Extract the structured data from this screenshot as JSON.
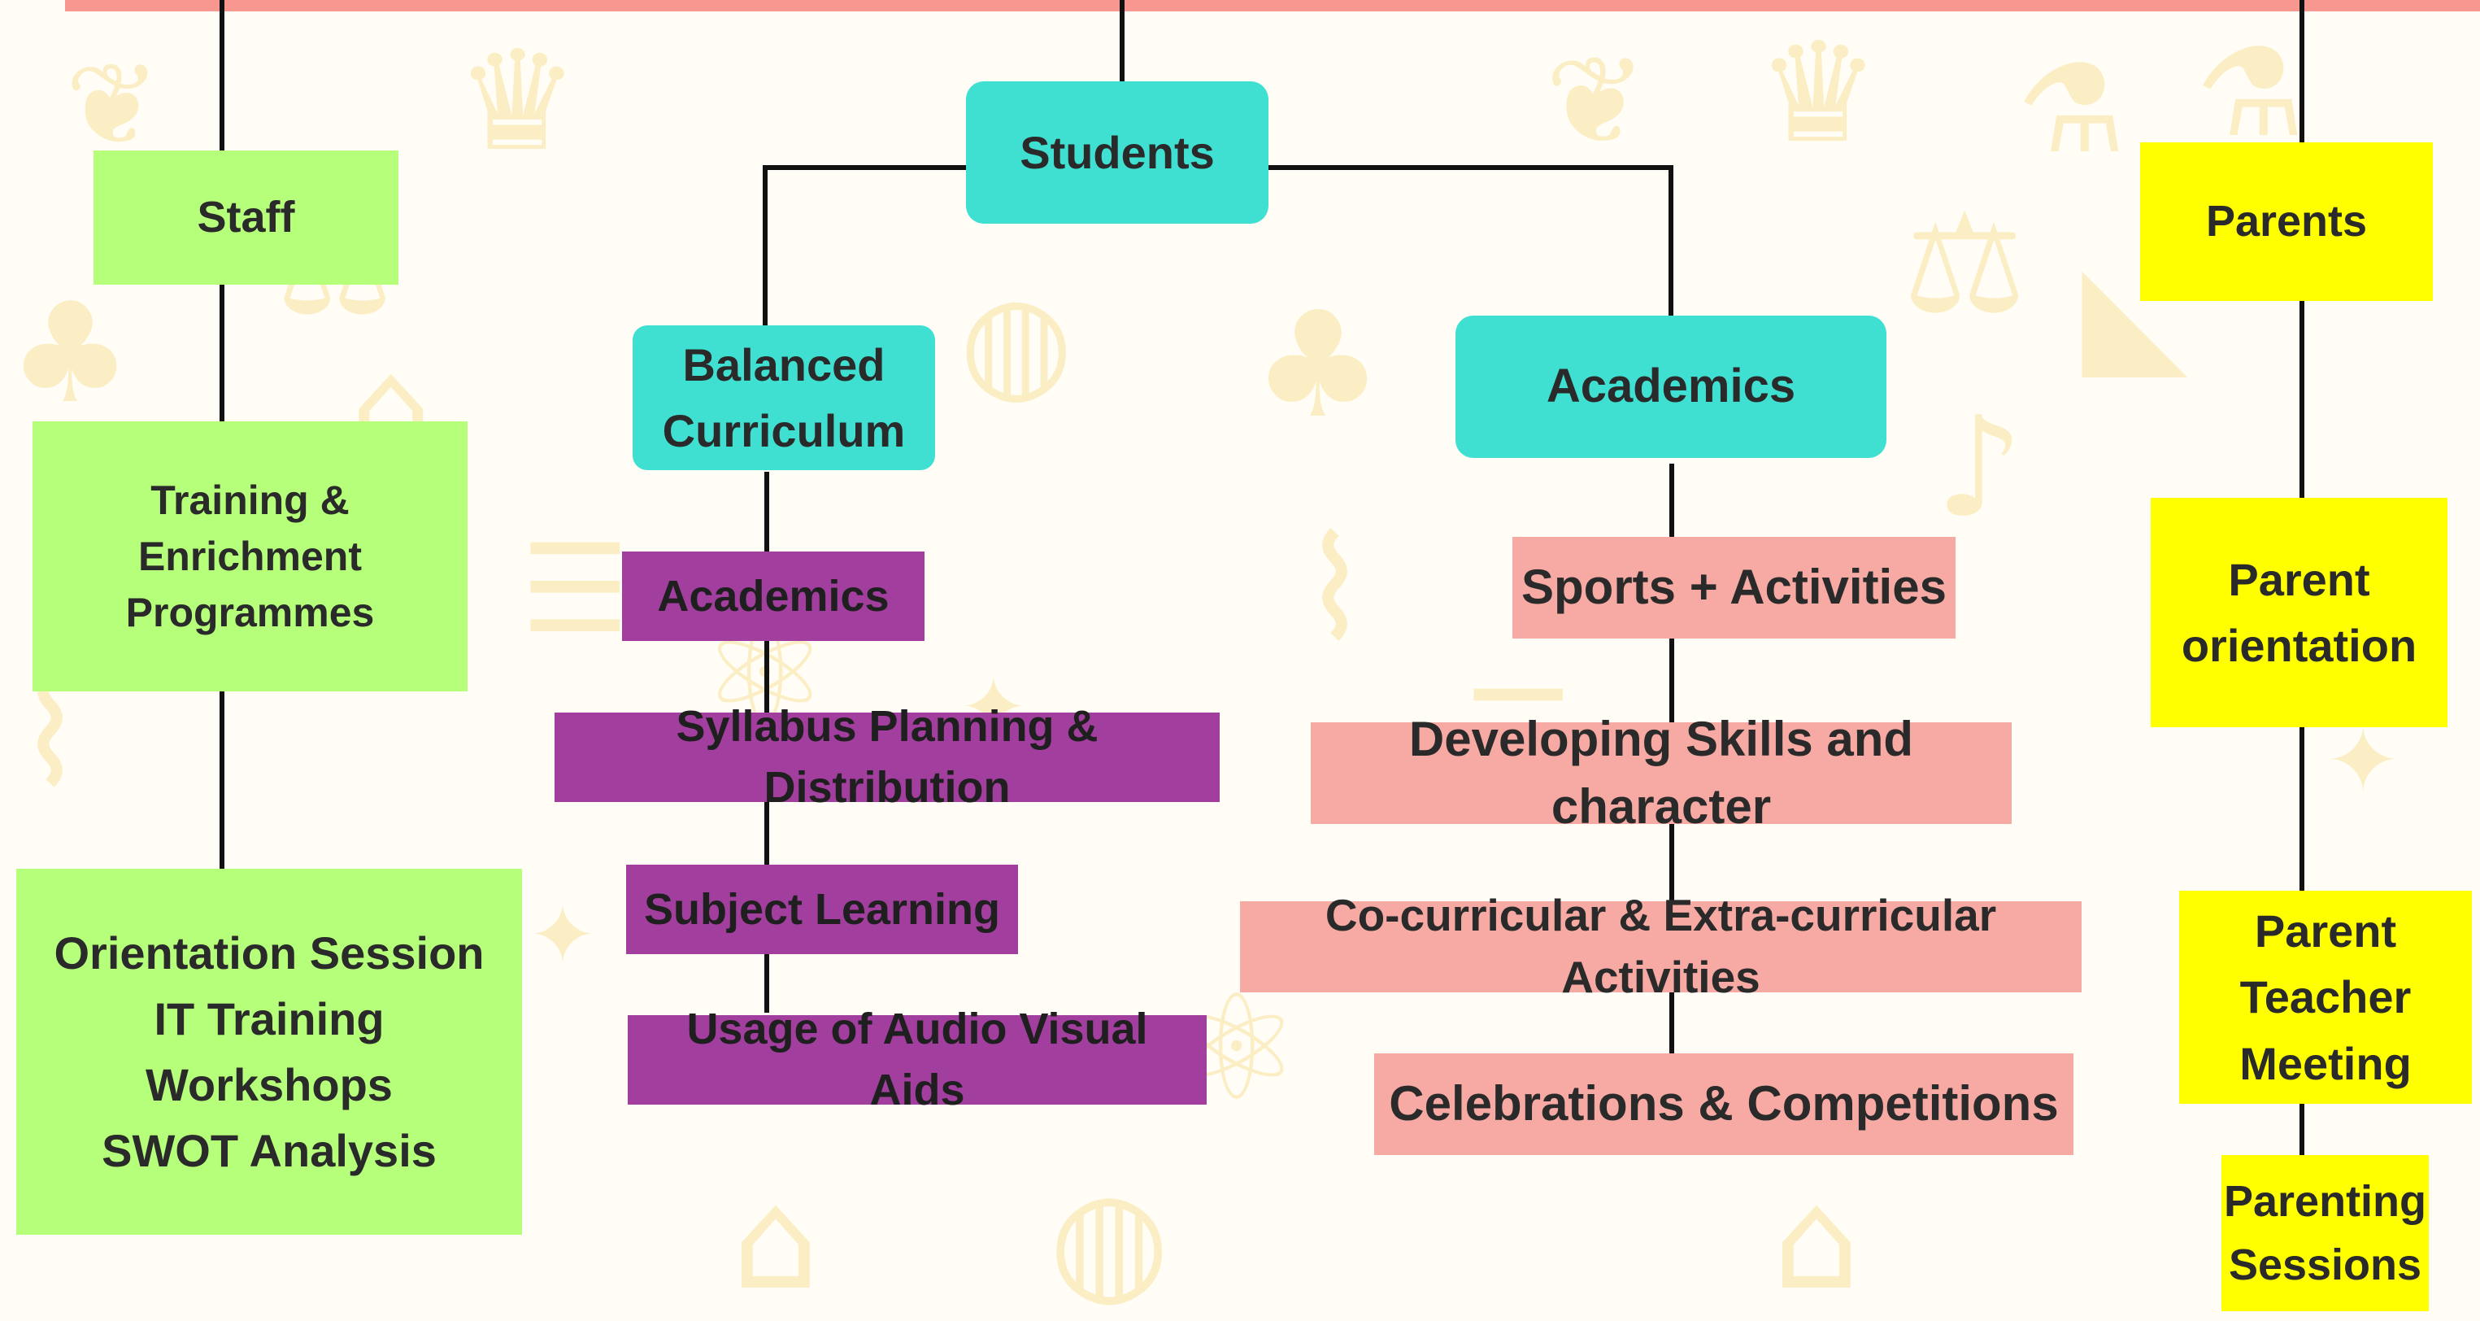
{
  "colors": {
    "top_bar": "#f8978f",
    "staff": "#b6ff7a",
    "students": "#3fe0d2",
    "students_academics_branch": "#a23f9e",
    "students_activity_branch": "#f6aaa3",
    "parents": "#ffff00",
    "connector": "#111111"
  },
  "background_icons": [
    "butterfly-icon",
    "trophy-icon",
    "microscope-icon",
    "flask-icon",
    "compass-icon",
    "set-square-icon",
    "tree-icon",
    "building-icon",
    "atom-icon",
    "dna-icon",
    "globe-icon",
    "violin-icon",
    "book-stack-icon",
    "star-icon"
  ],
  "staff": {
    "title": "Staff",
    "training": "Training &\nEnrichment\nProgrammes",
    "sessions": "Orientation Session\nIT Training\nWorkshops\nSWOT Analysis"
  },
  "students": {
    "title": "Students",
    "balanced_curriculum": {
      "title": "Balanced\nCurriculum",
      "items": [
        "Academics",
        "Syllabus Planning & Distribution",
        "Subject Learning",
        "Usage of Audio Visual Aids"
      ]
    },
    "academics": {
      "title": "Academics",
      "items": [
        "Sports + Activities",
        "Developing Skills and character",
        "Co-curricular & Extra-curricular Activities",
        "Celebrations & Competitions"
      ]
    }
  },
  "parents": {
    "title": "Parents",
    "items": [
      "Parent\norientation",
      "Parent\nTeacher\nMeeting",
      "Parenting\nSessions"
    ]
  }
}
